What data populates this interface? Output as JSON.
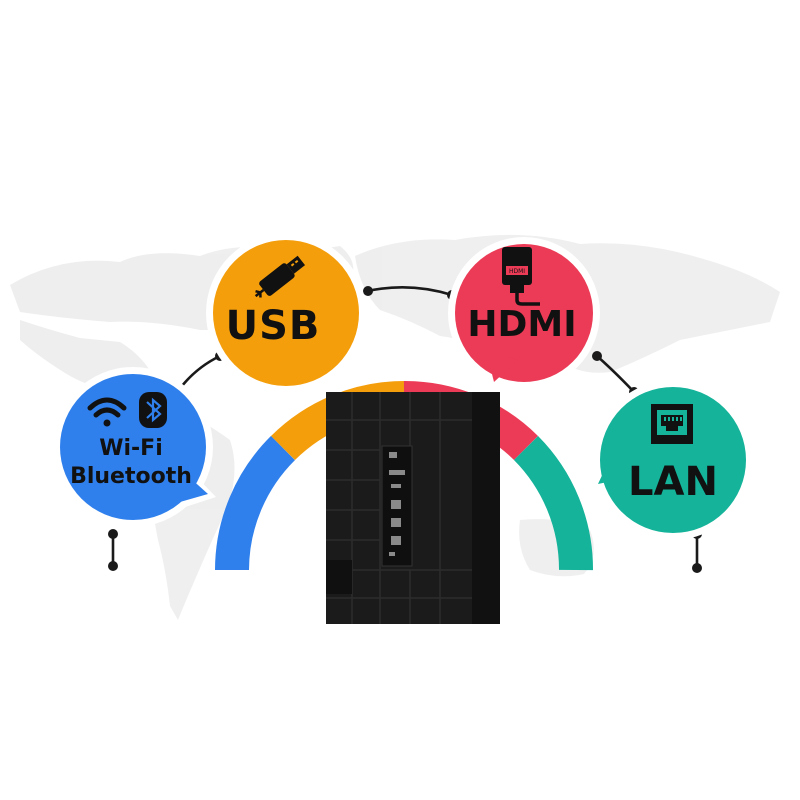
{
  "connections": {
    "usb": {
      "label": "USB",
      "color": "#F59E0B",
      "icon": "usb-drive-icon"
    },
    "hdmi": {
      "label": "HDMI",
      "color": "#EC3B56",
      "icon": "hdmi-cable-icon",
      "plug_text": "HDMI"
    },
    "lan": {
      "label": "LAN",
      "color": "#14B39A",
      "icon": "ethernet-port-icon"
    },
    "wireless": {
      "wifi_label": "Wi-Fi",
      "bluetooth_label": "Bluetooth",
      "color": "#2F80ED",
      "icons": [
        "wifi-icon",
        "bluetooth-icon"
      ]
    }
  },
  "colors": {
    "background": "#FFFFFF",
    "world_map": "#EDEDED",
    "tv_panel": "#1B1B1B",
    "connector_line": "#1A1A1A"
  }
}
